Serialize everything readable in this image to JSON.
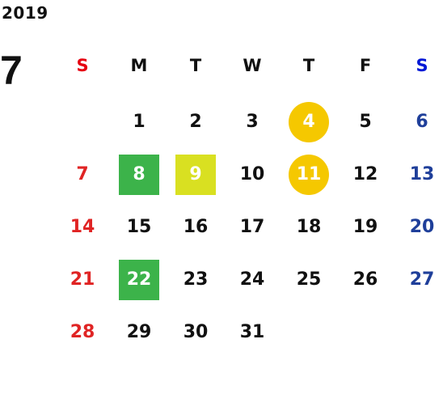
{
  "year": "2019",
  "month": "7",
  "colors": {
    "text": "#111111",
    "sunday": "#e02424",
    "saturday": "#1f3f9a",
    "weekday_header_sunday": "#e60012",
    "weekday_header_saturday": "#0018d6",
    "mark_green": "#3cb34a",
    "mark_lime": "#d9e021",
    "mark_gold": "#f5c800"
  },
  "weekdays": [
    "S",
    "M",
    "T",
    "W",
    "T",
    "F",
    "S"
  ],
  "weeks": [
    [
      {
        "d": ""
      },
      {
        "d": "1"
      },
      {
        "d": "2"
      },
      {
        "d": "3"
      },
      {
        "d": "4",
        "mark": "circle",
        "color": "#f5c800"
      },
      {
        "d": "5"
      },
      {
        "d": "6"
      }
    ],
    [
      {
        "d": "7"
      },
      {
        "d": "8",
        "mark": "square",
        "color": "#3cb34a"
      },
      {
        "d": "9",
        "mark": "square",
        "color": "#d9e021"
      },
      {
        "d": "10"
      },
      {
        "d": "11",
        "mark": "circle",
        "color": "#f5c800"
      },
      {
        "d": "12"
      },
      {
        "d": "13"
      }
    ],
    [
      {
        "d": "14"
      },
      {
        "d": "15"
      },
      {
        "d": "16"
      },
      {
        "d": "17"
      },
      {
        "d": "18"
      },
      {
        "d": "19"
      },
      {
        "d": "20"
      }
    ],
    [
      {
        "d": "21"
      },
      {
        "d": "22",
        "mark": "square",
        "color": "#3cb34a"
      },
      {
        "d": "23"
      },
      {
        "d": "24"
      },
      {
        "d": "25"
      },
      {
        "d": "26"
      },
      {
        "d": "27"
      }
    ],
    [
      {
        "d": "28"
      },
      {
        "d": "29"
      },
      {
        "d": "30"
      },
      {
        "d": "31"
      },
      {
        "d": ""
      },
      {
        "d": ""
      },
      {
        "d": ""
      }
    ]
  ]
}
